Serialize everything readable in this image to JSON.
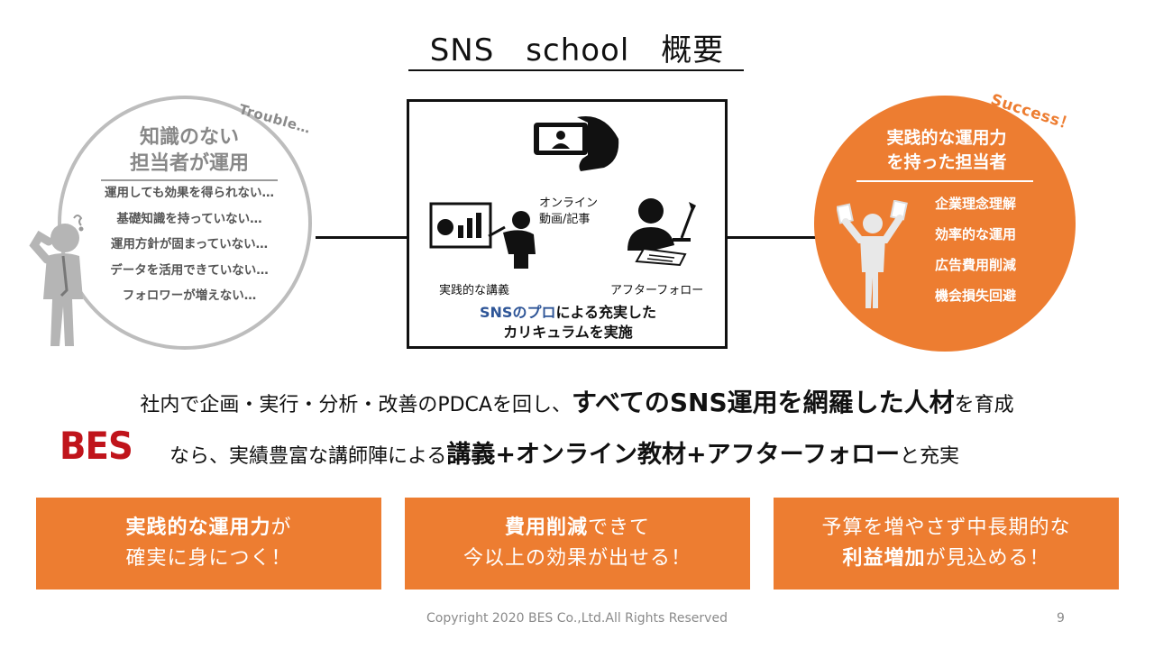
{
  "title": "SNS　school　概要",
  "left": {
    "tag": "Trouble…",
    "heading_line1": "知識のない",
    "heading_line2": "担当者が運用",
    "items": [
      "運用しても効果を得られない…",
      "基礎知識を持っていない…",
      "運用方針が固まっていない…",
      "データを活用できていない…",
      "フォロワーが増えない…"
    ]
  },
  "center": {
    "label_online": "オンライン",
    "label_online2": "動画/記事",
    "label_lecture": "実践的な講義",
    "label_follow": "アフターフォロー",
    "caption_blue": "SNSのプロ",
    "caption_rest": "による充実した",
    "caption_line2": "カリキュラムを実施"
  },
  "right": {
    "tag": "Success！",
    "heading_line1": "実践的な運用力",
    "heading_line2": "を持った担当者",
    "items": [
      "企業理念理解",
      "効率的な運用",
      "広告費用削減",
      "機会損失回避"
    ]
  },
  "statement": {
    "line1_pre": "社内で企画・実行・分析・改善のPDCAを回し、",
    "line1_bold": "すべてのSNS運用を網羅した人材",
    "line1_post": "を育成",
    "logo": "BES",
    "line2_pre": "なら、実績豊富な講師陣による",
    "line2_bold": "講義+オンライン教材+アフターフォロー",
    "line2_post": "と充実"
  },
  "boxes": [
    {
      "bold": "実践的な運用力",
      "rest": "が",
      "line2": "確実に身につく！"
    },
    {
      "bold": "費用削減",
      "rest": "できて",
      "line2": "今以上の効果が出せる！"
    },
    {
      "line1": "予算を増やさず中長期的な",
      "bold": "利益増加",
      "rest": "が見込める！"
    }
  ],
  "footer": "Copyright 2020 BES Co.,Ltd.All Rights Reserved",
  "page_number": "9",
  "colors": {
    "accent": "#ed7d31",
    "logo": "#c0141b",
    "blue": "#2e5597",
    "gray": "#bdbdbd"
  }
}
